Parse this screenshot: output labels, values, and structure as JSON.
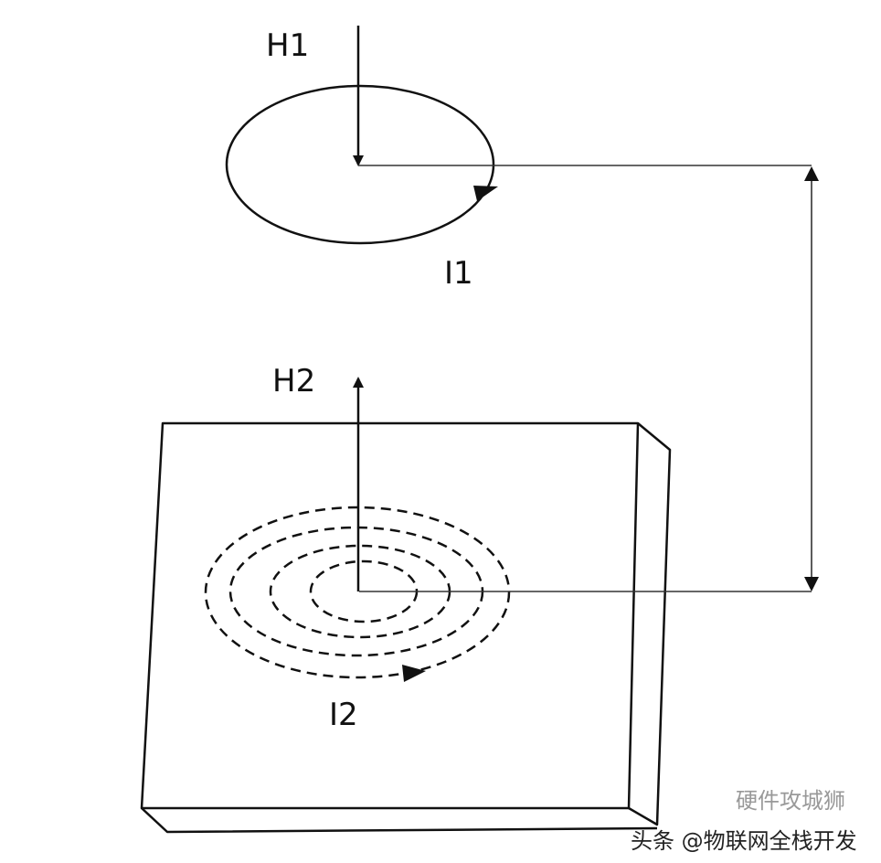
{
  "labels": {
    "h1": "H1",
    "i1": "I1",
    "h2": "H2",
    "i2": "I2"
  },
  "watermark": {
    "back": "硬件攻城狮",
    "front": "头条 @物联网全栈开发"
  },
  "colors": {
    "line": "#111111",
    "background": "#ffffff"
  }
}
